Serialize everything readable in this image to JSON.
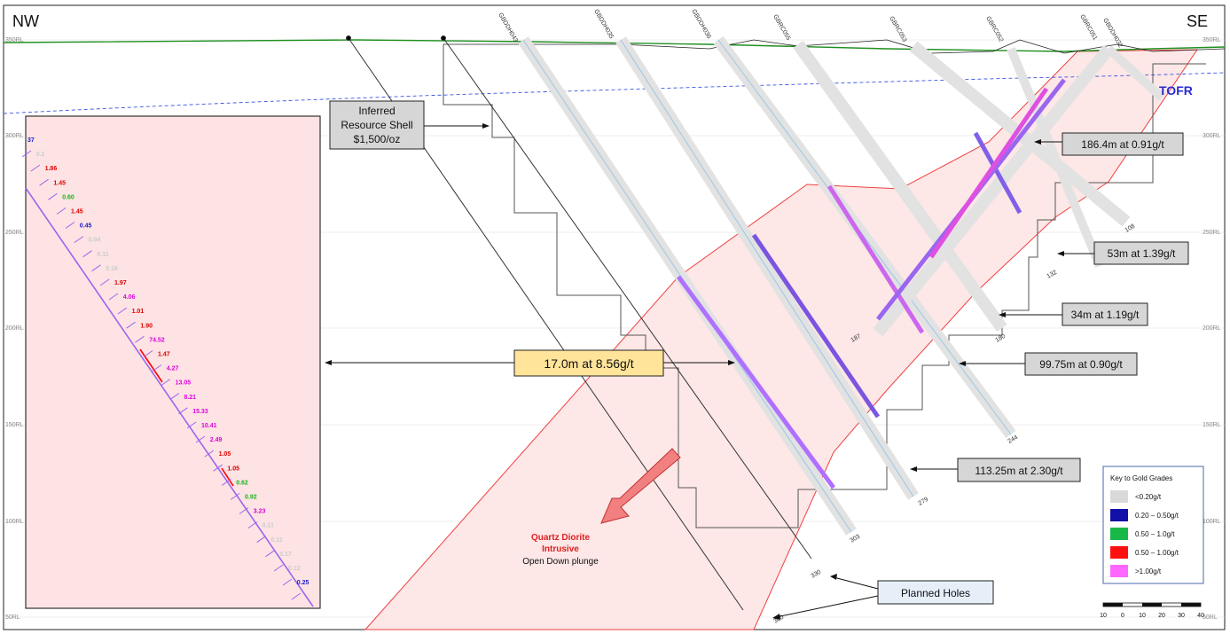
{
  "corners": {
    "nw": "NW",
    "se": "SE"
  },
  "rl_labels": [
    "350RL",
    "300RL",
    "250RL",
    "200RL",
    "150RL",
    "100RL",
    "50RL"
  ],
  "callouts": {
    "inferred_shell": [
      "Inferred",
      "Resource Shell",
      "$1,500/oz"
    ],
    "c1": "186.4m at 0.91g/t",
    "c2": "53m at 1.39g/t",
    "c3": "34m at 1.19g/t",
    "c4": "99.75m at 0.90g/t",
    "c5": "113.25m at 2.30g/t",
    "main": "17.0m at 8.56g/t",
    "planned": "Planned Holes",
    "tofr": "TOFR"
  },
  "intrusive": {
    "line1": "Quartz Diorite",
    "line2": "Intrusive",
    "line3": "Open Down plunge"
  },
  "hole_names": [
    "GBDDH043",
    "GBDDH035",
    "GBDDH036",
    "GBRC055",
    "GBRC053",
    "GBRC052",
    "GBRC051",
    "GBDDH032"
  ],
  "hole_depths": [
    "108",
    "132",
    "187",
    "180",
    "244",
    "279",
    "303",
    "330",
    "360"
  ],
  "inset_values": [
    {
      "v": "37",
      "c": "#1a1ad0"
    },
    {
      "v": "0.1",
      "c": "#cccccc"
    },
    {
      "v": "1.86",
      "c": "#e00000"
    },
    {
      "v": "1.45",
      "c": "#e00000"
    },
    {
      "v": "0.60",
      "c": "#18b818"
    },
    {
      "v": "1.45",
      "c": "#e00000"
    },
    {
      "v": "0.45",
      "c": "#1a1ad0"
    },
    {
      "v": "0.04",
      "c": "#cccccc"
    },
    {
      "v": "0.11",
      "c": "#cccccc"
    },
    {
      "v": "0.16",
      "c": "#cccccc"
    },
    {
      "v": "1.97",
      "c": "#e00000"
    },
    {
      "v": "4.06",
      "c": "#e000e0"
    },
    {
      "v": "1.01",
      "c": "#e00000"
    },
    {
      "v": "1.90",
      "c": "#e00000"
    },
    {
      "v": "74.52",
      "c": "#e000e0"
    },
    {
      "v": "1.47",
      "c": "#e00000"
    },
    {
      "v": "4.27",
      "c": "#e000e0"
    },
    {
      "v": "13.05",
      "c": "#e000e0"
    },
    {
      "v": "8.21",
      "c": "#e000e0"
    },
    {
      "v": "15.33",
      "c": "#e000e0"
    },
    {
      "v": "10.41",
      "c": "#e000e0"
    },
    {
      "v": "2.49",
      "c": "#e000e0"
    },
    {
      "v": "1.05",
      "c": "#e00000"
    },
    {
      "v": "1.05",
      "c": "#e00000"
    },
    {
      "v": "0.62",
      "c": "#18b818"
    },
    {
      "v": "0.92",
      "c": "#18b818"
    },
    {
      "v": "3.23",
      "c": "#e000e0"
    },
    {
      "v": "0.11",
      "c": "#cccccc"
    },
    {
      "v": "0.11",
      "c": "#cccccc"
    },
    {
      "v": "0.17",
      "c": "#cccccc"
    },
    {
      "v": "0.12",
      "c": "#cccccc"
    },
    {
      "v": "0.25",
      "c": "#1a1ad0"
    }
  ],
  "key": {
    "title": "Key to Gold Grades",
    "items": [
      {
        "label": "<0.20g/t",
        "color": "#d9d9d9"
      },
      {
        "label": "0.20 – 0.50g/t",
        "color": "#1010a8"
      },
      {
        "label": "0.50 – 1.0g/t",
        "color": "#18b848"
      },
      {
        "label": "0.50 – 1.00g/t",
        "color": "#ff1010"
      },
      {
        "label": ">1.00g/t",
        "color": "#ff66ff"
      }
    ]
  },
  "scale_ticks": [
    "10",
    "0",
    "10",
    "20",
    "30",
    "40"
  ]
}
